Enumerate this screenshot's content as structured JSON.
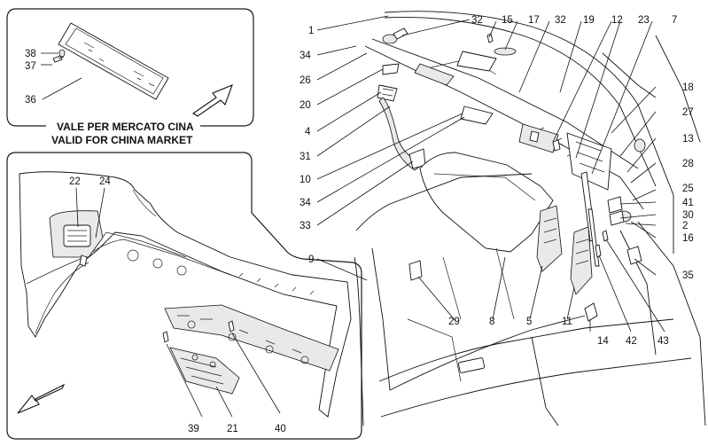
{
  "inset_china": {
    "caption_line1": "VALE PER MERCATO CINA",
    "caption_line2": "VALID FOR CHINA MARKET",
    "labels": [
      "38",
      "37",
      "36"
    ]
  },
  "inset_bumper": {
    "labels": [
      "22",
      "24",
      "39",
      "21",
      "40"
    ]
  },
  "main_view": {
    "labels": [
      "1",
      "32",
      "15",
      "17",
      "32",
      "19",
      "12",
      "23",
      "7",
      "34",
      "26",
      "20",
      "18",
      "27",
      "13",
      "4",
      "31",
      "28",
      "25",
      "10",
      "41",
      "30",
      "34",
      "2",
      "33",
      "16",
      "9",
      "35",
      "29",
      "8",
      "5",
      "11",
      "14",
      "42",
      "43"
    ]
  }
}
